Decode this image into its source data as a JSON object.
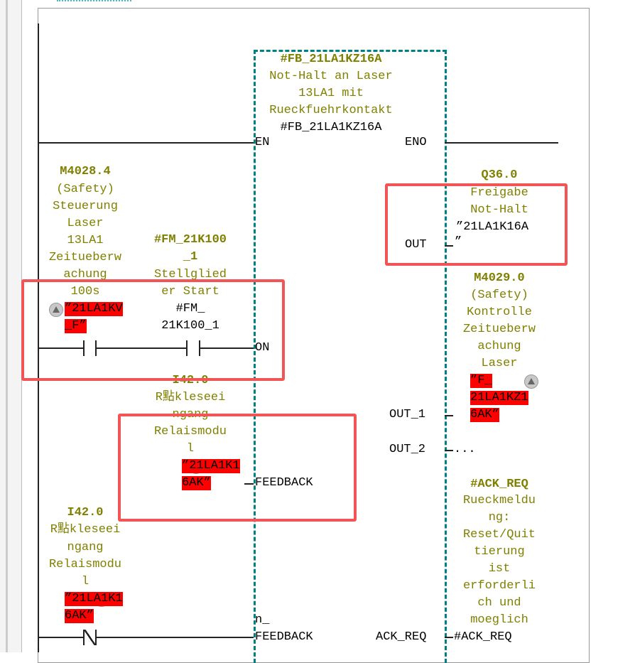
{
  "fb": {
    "instance": "#FB_21LA1KZ16A",
    "comment": [
      "Not-Halt an Laser",
      "13LA1 mit",
      "Rueckfuehrkontakt"
    ],
    "instance_name": "#FB_21LA1KZ16A",
    "pins_in": {
      "en": "EN",
      "on": "ON",
      "feedback": "FEEDBACK",
      "n_feedback_1": "n_",
      "n_feedback_2": "FEEDBACK"
    },
    "pins_out": {
      "eno": "ENO",
      "out": "OUT",
      "out_1": "OUT_1",
      "out_2": "OUT_2",
      "ack_req": "ACK_REQ"
    }
  },
  "contact1": {
    "address": "M4028.4",
    "comment": [
      "(Safety)",
      "Steuerung",
      "Laser",
      "13LA1",
      "Zeitueberw",
      "achung",
      "100s"
    ],
    "symbol": [
      "”21LA1KV",
      "_F”"
    ]
  },
  "contact2": {
    "address": "#FM_21K100",
    "address2": "_1",
    "comment": [
      "Stellglied",
      "er Start"
    ],
    "symbol": [
      "#FM_",
      "21K100_1"
    ]
  },
  "feedback": {
    "address": "I42.0",
    "comment": [
      "R點kleseei",
      "ngang",
      "Relaismodu",
      "l"
    ],
    "symbol": [
      "”21LA1K1",
      "6AK”"
    ]
  },
  "n_feedback": {
    "address": "I42.0",
    "comment": [
      "R點kleseei",
      "ngang",
      "Relaismodu",
      "l"
    ],
    "symbol": [
      "”21LA1K1",
      "6AK”"
    ]
  },
  "out": {
    "address": "Q36.0",
    "comment": [
      "Freigabe",
      "Not-Halt"
    ],
    "symbol": [
      "”21LA1K16A",
      "”"
    ]
  },
  "out_1": {
    "address": "M4029.0",
    "comment": [
      "(Safety)",
      "Kontrolle",
      "Zeitueberw",
      "achung",
      "Laser"
    ],
    "symbol": [
      "”F_",
      "21LA1KZ1",
      "6AK”"
    ]
  },
  "out_2": {
    "value": "..."
  },
  "ack_req": {
    "address": "#ACK_REQ",
    "comment": [
      "Rueckmeldu",
      "ng:",
      "Reset/Quit",
      "tierung",
      "ist",
      "erforderli",
      "ch und",
      "moeglich"
    ],
    "symbol": "#ACK_REQ"
  },
  "colors": {
    "comment": "#808000",
    "box": "#008080",
    "error_highlight": "#ff0000",
    "annotation": "#f25555"
  }
}
